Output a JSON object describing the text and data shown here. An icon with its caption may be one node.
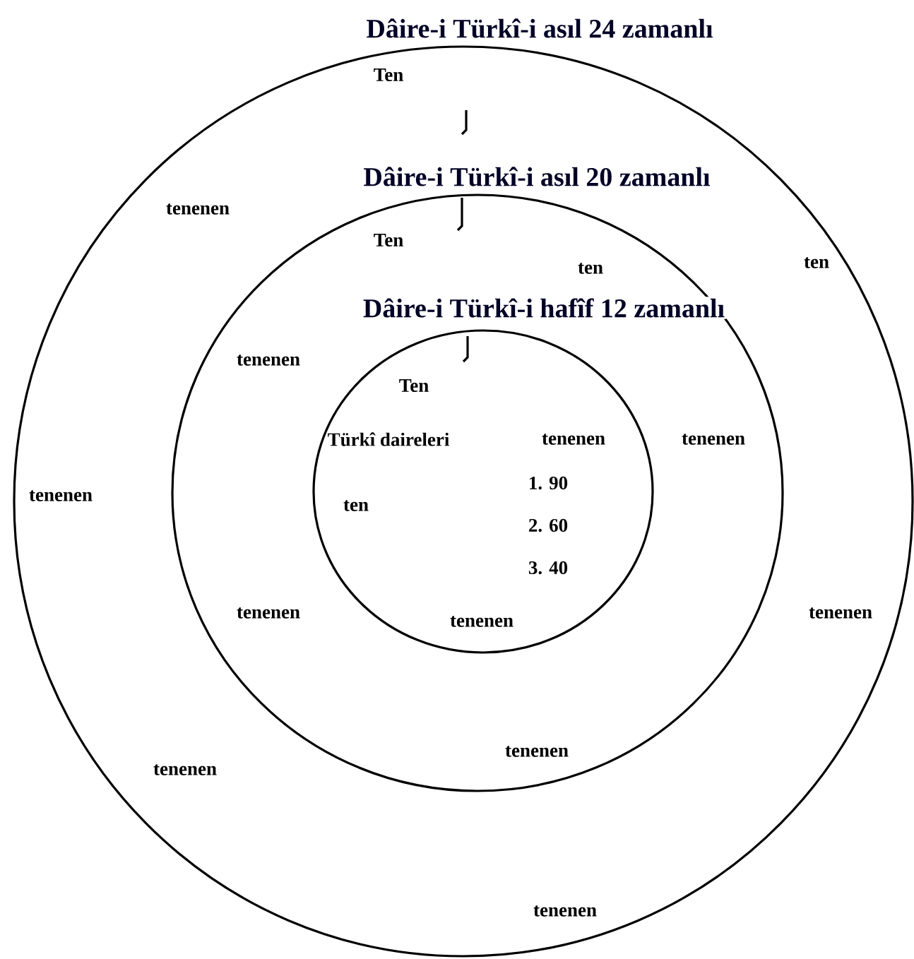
{
  "diagram": {
    "nodes": [
      {
        "text": [
          "Dâire-i Türkî-i asıl 24 zamanlı"
        ]
      },
      {
        "text": [
          "Dâire-i Türkî-i asıl 20 zamanlı"
        ],
        "in": 0
      },
      {
        "text": [
          "Dâire-i Türkî-i hafîf 12 zamanlı"
        ],
        "in": 1
      }
    ],
    "labels": [
      "Ten",
      "tenenen",
      "Ten",
      "ten",
      "ten",
      "tenenen",
      "Ten",
      "Türkî daireleri",
      "tenenen",
      "tenenen",
      "1. 90",
      "tenenen",
      "ten",
      "2. 60",
      "3. 40",
      "tenenen",
      "tenenen",
      "tenenen",
      "tenenen",
      "tenenen",
      "tenenen"
    ]
  }
}
